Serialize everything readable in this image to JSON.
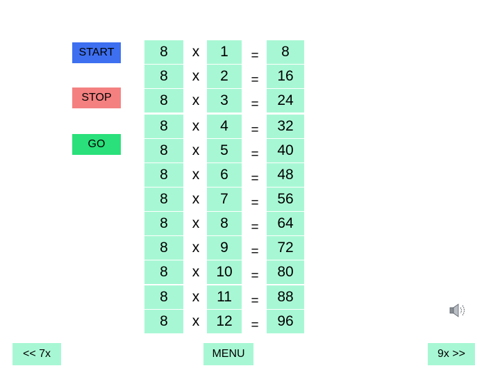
{
  "controls": {
    "start_label": "START",
    "stop_label": "STOP",
    "go_label": "GO"
  },
  "rows": [
    {
      "a": "8",
      "op": "x",
      "b": "1",
      "eq": "=",
      "r": "8"
    },
    {
      "a": "8",
      "op": "x",
      "b": "2",
      "eq": "=",
      "r": "16"
    },
    {
      "a": "8",
      "op": "x",
      "b": "3",
      "eq": "=",
      "r": "24"
    },
    {
      "a": "8",
      "op": "x",
      "b": "4",
      "eq": "=",
      "r": "32"
    },
    {
      "a": "8",
      "op": "x",
      "b": "5",
      "eq": "=",
      "r": "40"
    },
    {
      "a": "8",
      "op": "x",
      "b": "6",
      "eq": "=",
      "r": "48"
    },
    {
      "a": "8",
      "op": "x",
      "b": "7",
      "eq": "=",
      "r": "56"
    },
    {
      "a": "8",
      "op": "x",
      "b": "8",
      "eq": "=",
      "r": "64"
    },
    {
      "a": "8",
      "op": "x",
      "b": "9",
      "eq": "=",
      "r": "72"
    },
    {
      "a": "8",
      "op": "x",
      "b": "10",
      "eq": "=",
      "r": "80"
    },
    {
      "a": "8",
      "op": "x",
      "b": "11",
      "eq": "=",
      "r": "88"
    },
    {
      "a": "8",
      "op": "x",
      "b": "12",
      "eq": "=",
      "r": "96"
    }
  ],
  "nav": {
    "prev_label": "<< 7x",
    "menu_label": "MENU",
    "next_label": "9x >>"
  },
  "icons": {
    "speaker": "speaker-icon"
  },
  "colors": {
    "start": "#3d6ff0",
    "stop": "#f48080",
    "go": "#29e07a",
    "cell": "#a8f7d4"
  }
}
